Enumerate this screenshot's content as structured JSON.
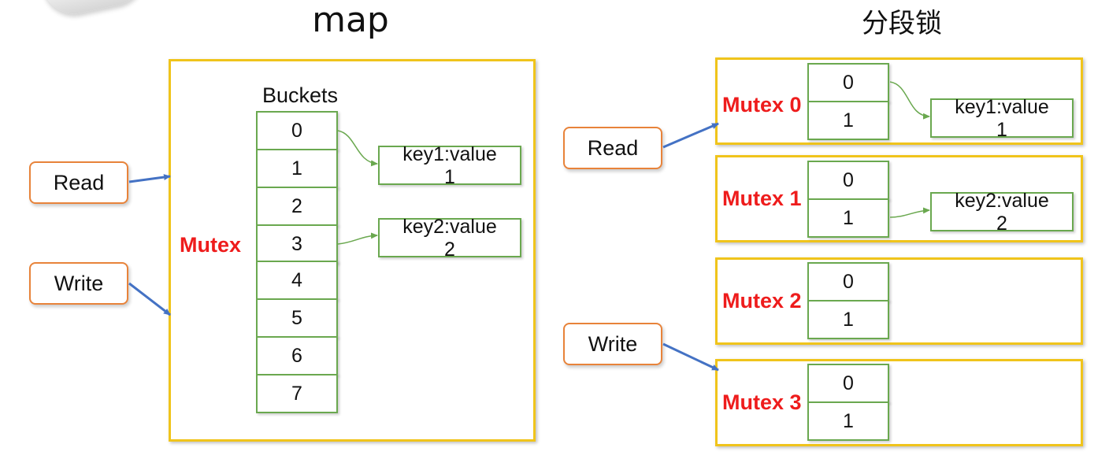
{
  "left": {
    "title": "map",
    "buckets_label": "Buckets",
    "mutex_label": "Mutex",
    "read_label": "Read",
    "write_label": "Write",
    "buckets": [
      "0",
      "1",
      "2",
      "3",
      "4",
      "5",
      "6",
      "7"
    ],
    "entries": [
      {
        "line1": "key1:value",
        "line2": "1"
      },
      {
        "line1": "key2:value",
        "line2": "2"
      }
    ]
  },
  "right": {
    "title": "分段锁",
    "read_label": "Read",
    "write_label": "Write",
    "segments": [
      {
        "mutex": "Mutex 0",
        "buckets": [
          "0",
          "1"
        ],
        "entry": {
          "line1": "key1:value",
          "line2": "1"
        }
      },
      {
        "mutex": "Mutex 1",
        "buckets": [
          "0",
          "1"
        ],
        "entry": {
          "line1": "key2:value",
          "line2": "2"
        }
      },
      {
        "mutex": "Mutex 2",
        "buckets": [
          "0",
          "1"
        ]
      },
      {
        "mutex": "Mutex 3",
        "buckets": [
          "0",
          "1"
        ]
      }
    ]
  },
  "colors": {
    "frame_border": "#f0c41b",
    "pill_border": "#e8833a",
    "cell_border": "#6aa84f",
    "mutex_text": "#ee1c1c",
    "arrow_blue": "#4472c4",
    "arrow_green": "#6aa84f"
  }
}
